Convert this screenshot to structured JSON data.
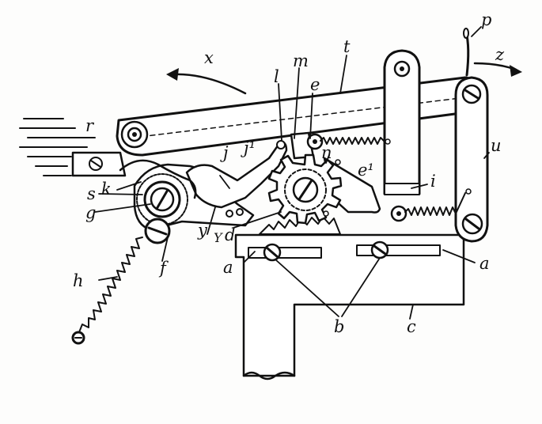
{
  "figure": {
    "labels": {
      "x": "x",
      "t": "t",
      "m": "m",
      "p": "p",
      "z": "z",
      "r": "r",
      "l": "l",
      "e": "e",
      "u": "u",
      "j1": "j¹",
      "j": "j",
      "n": "n",
      "e1": "e¹",
      "k": "k",
      "s": "s",
      "i": "i",
      "g": "g",
      "y": "y",
      "Y": "Y",
      "d": "d",
      "f": "f",
      "a_left": "a",
      "a_right": "a",
      "h": "h",
      "b": "b",
      "c": "c"
    }
  }
}
